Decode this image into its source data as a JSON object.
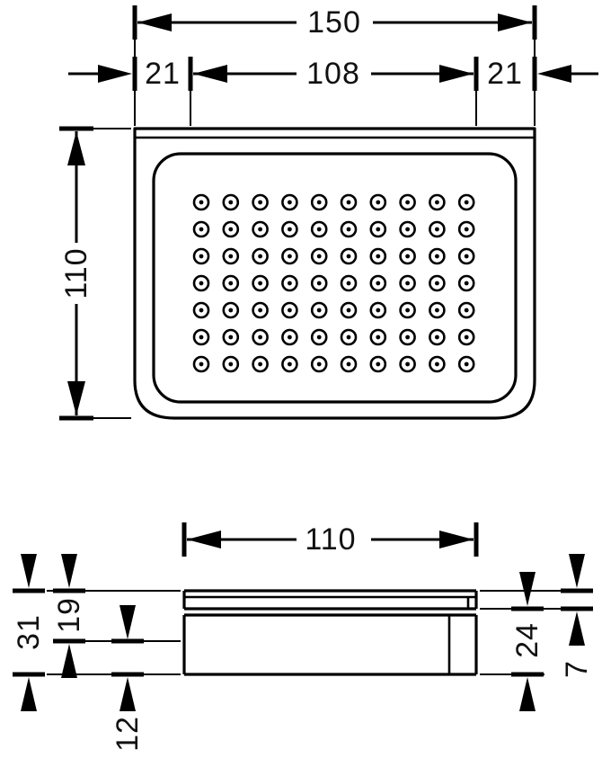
{
  "meta": {
    "line_color": "#000000",
    "background_color": "#ffffff"
  },
  "top_view": {
    "dims": {
      "total_width": "150",
      "left_offset": "21",
      "inner_width": "108",
      "right_offset": "21",
      "height": "110"
    },
    "perforations": {
      "rows": 7,
      "cols": 10
    }
  },
  "side_view": {
    "dims": {
      "depth": "110",
      "total_height": "31",
      "top_to_floor": "19",
      "floor_to_bottom": "12",
      "body_height": "24",
      "rim_height": "7"
    }
  }
}
